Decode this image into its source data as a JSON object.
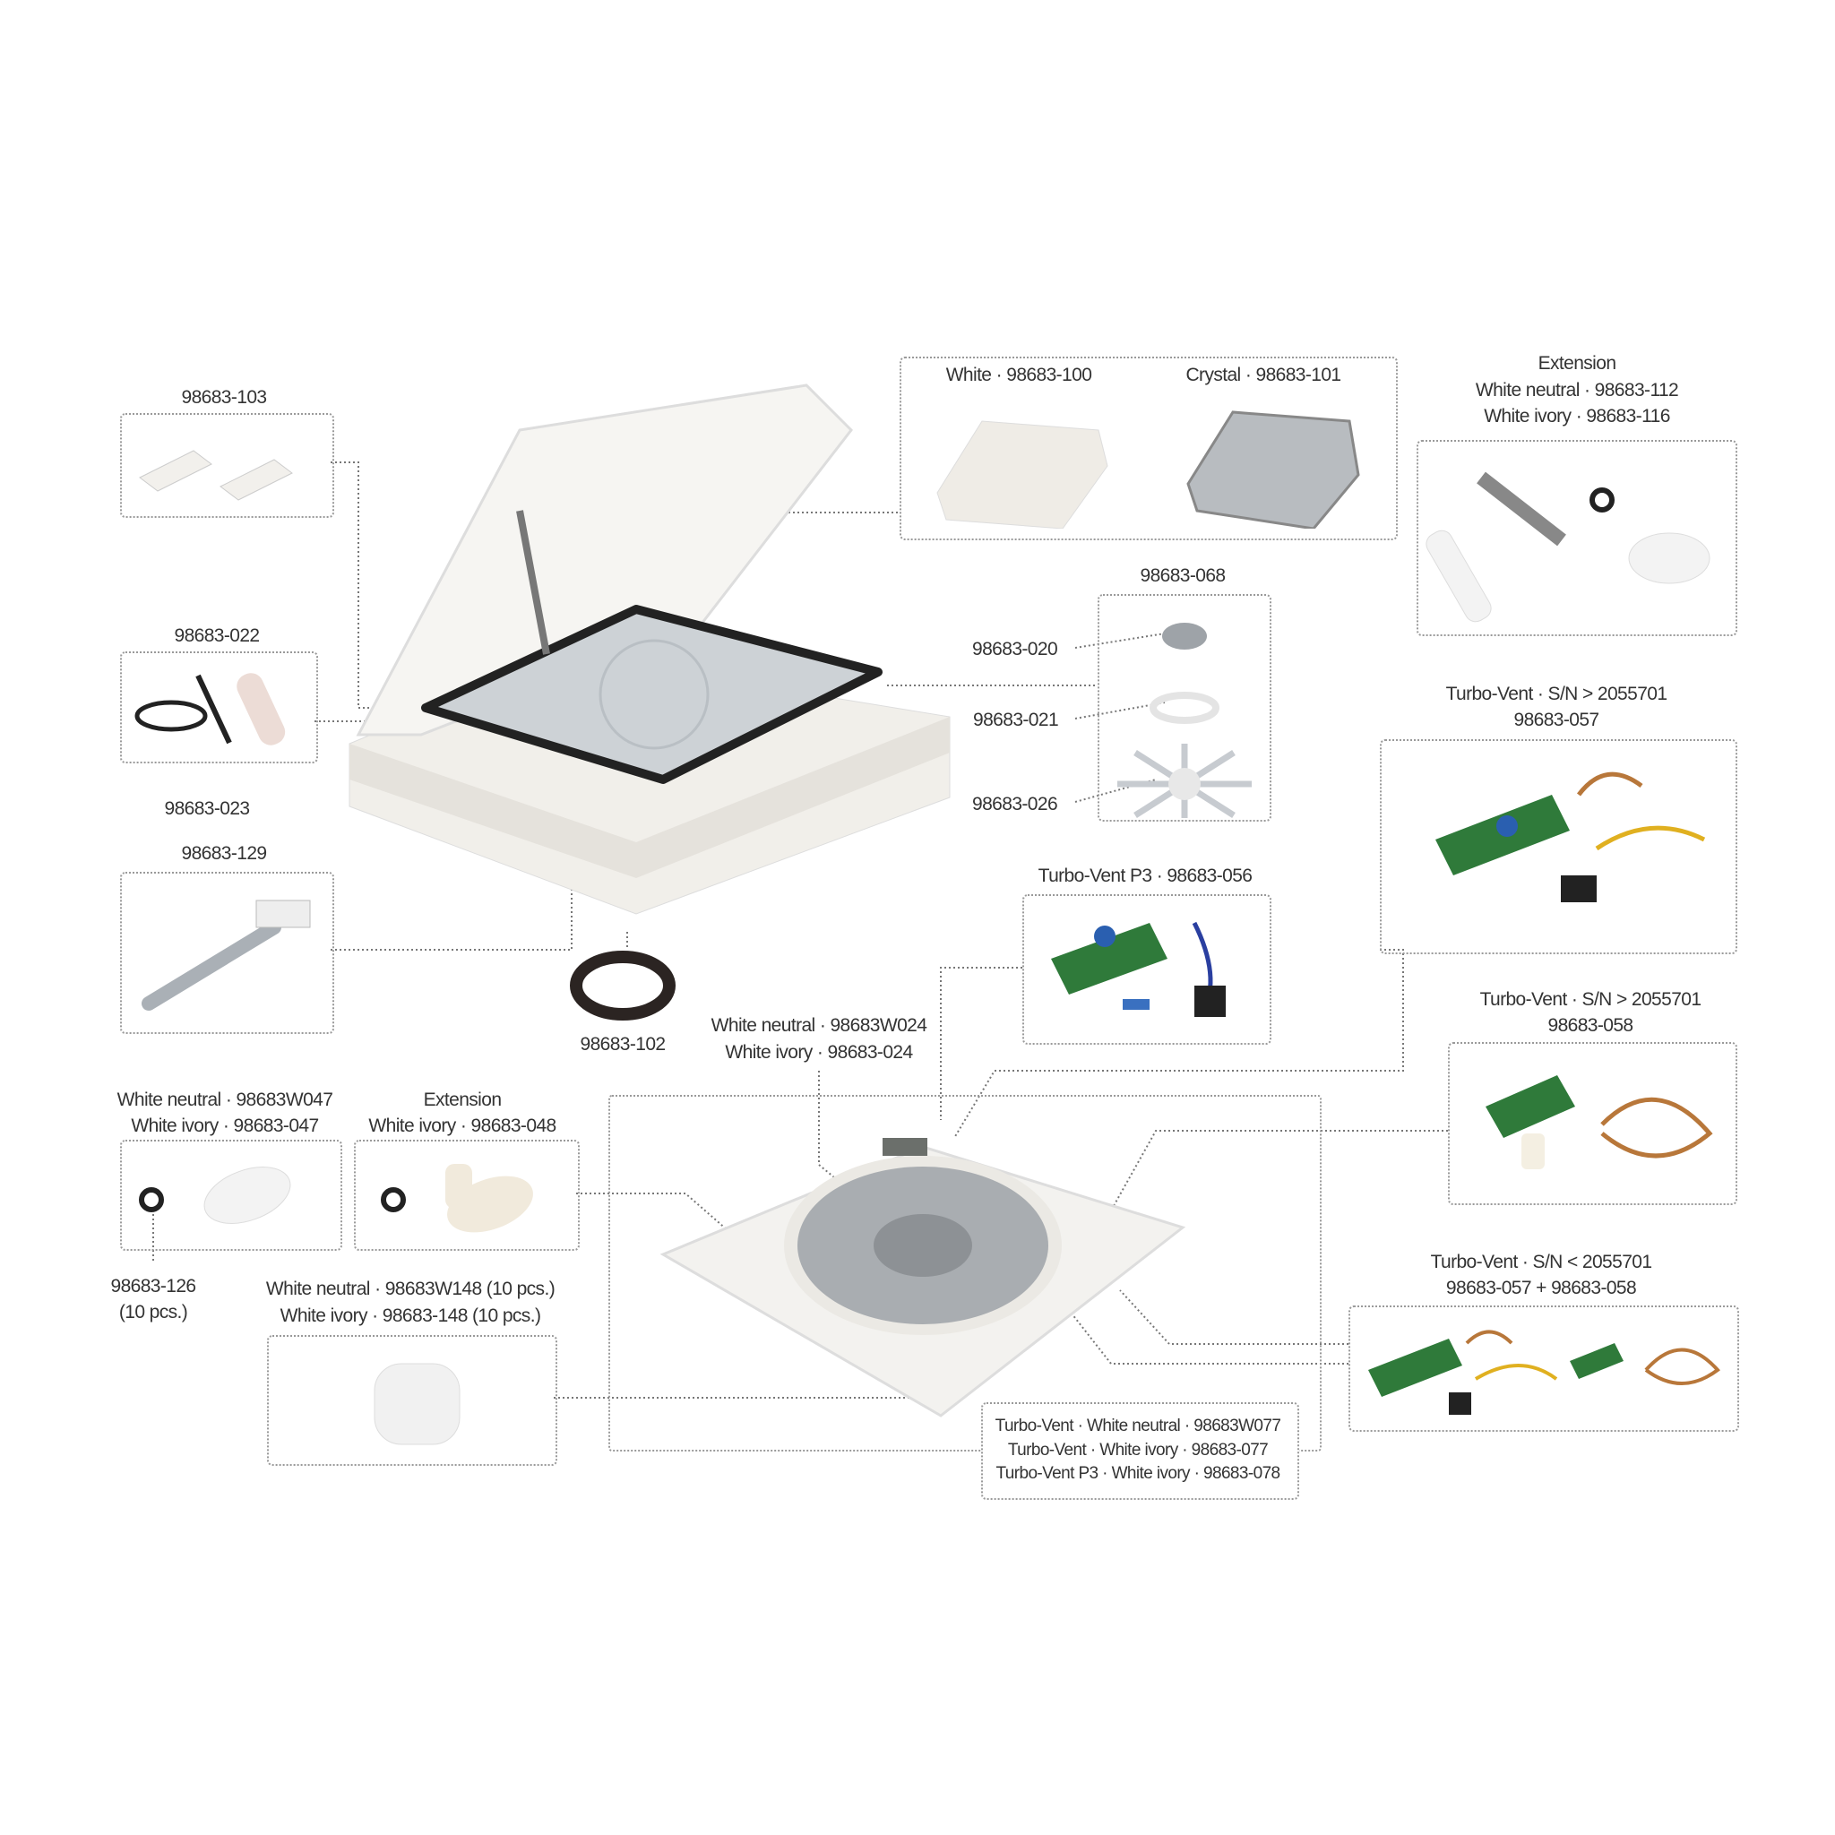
{
  "parts": {
    "clips": {
      "code": "98683-103"
    },
    "crank_kit": {
      "code": "98683-022",
      "sub_code": "98683-023"
    },
    "lift_arm": {
      "code": "98683-129"
    },
    "lids": {
      "white": "White · 98683-100",
      "crystal": "Crystal · 98683-101"
    },
    "extension_top": {
      "title": "Extension",
      "line1": "White neutral  · 98683-112",
      "line2": "White ivory · 98683-116"
    },
    "fan_set": {
      "code": "98683-068",
      "motor": "98683-020",
      "bracket": "98683-021",
      "blade": "98683-026"
    },
    "turbo_057": {
      "line1": "Turbo-Vent · S/N > 2055701",
      "line2": "98683-057"
    },
    "turbo_p3": {
      "line1": "Turbo-Vent P3 · 98683-056"
    },
    "seal": {
      "code": "98683-102"
    },
    "grille": {
      "line1": "White neutral · 98683W024",
      "line2": "White ivory · 98683-024"
    },
    "turbo_058": {
      "line1": "Turbo-Vent · S/N > 2055701",
      "line2": "98683-058"
    },
    "knob": {
      "line1": "White neutral · 98683W047",
      "line2": "White ivory · 98683-047"
    },
    "knob_ext": {
      "line1": "Extension",
      "line2": "White ivory · 98683-048"
    },
    "oring": {
      "line1": "98683-126",
      "line2": "(10 pcs.)"
    },
    "cap": {
      "line1": "White neutral · 98683W148 (10 pcs.)",
      "line2": "White ivory · 98683-148 (10 pcs.)"
    },
    "frame": {
      "line1": "Turbo-Vent · White neutral · 98683W077",
      "line2": "Turbo-Vent · White ivory · 98683-077",
      "line3": "Turbo-Vent P3 · White ivory · 98683-078"
    },
    "turbo_combo": {
      "line1": "Turbo-Vent · S/N < 2055701",
      "line2": "98683-057 + 98683-058"
    }
  }
}
